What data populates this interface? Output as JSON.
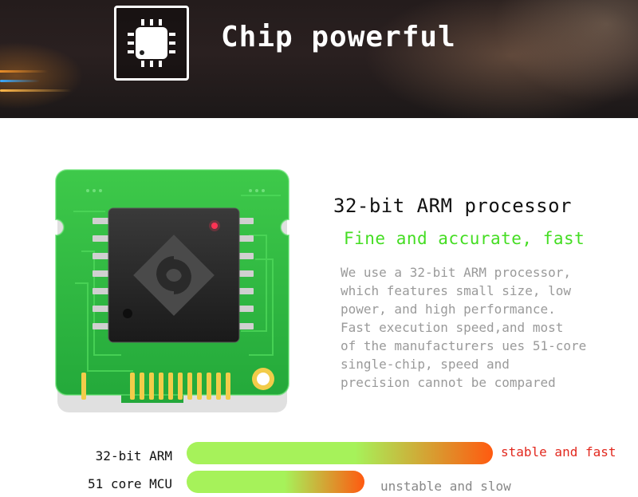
{
  "banner": {
    "title": "Chip powerful",
    "icon": "chip-icon"
  },
  "board": {
    "icon": "processor-logo-icon"
  },
  "feature": {
    "heading": "32-bit ARM processor",
    "subheading": "Fine and accurate, fast",
    "description_lines": [
      "We use a 32-bit ARM processor,",
      "which features small size, low",
      "power, and high performance.",
      "Fast execution speed,and most",
      "of the manufacturers ues 51-core",
      "single-chip, speed and",
      "precision cannot be compared"
    ]
  },
  "comparison": [
    {
      "label": "32-bit ARM",
      "note": "stable and fast",
      "level": 1.0,
      "note_color": "#e2281e"
    },
    {
      "label": "51 core MCU",
      "note": "unstable and slow",
      "level": 0.58,
      "note_color": "#888888"
    }
  ],
  "colors": {
    "accent_green": "#44dd22",
    "bar_start": "#a6f25a",
    "bar_end": "#ff5a10"
  }
}
